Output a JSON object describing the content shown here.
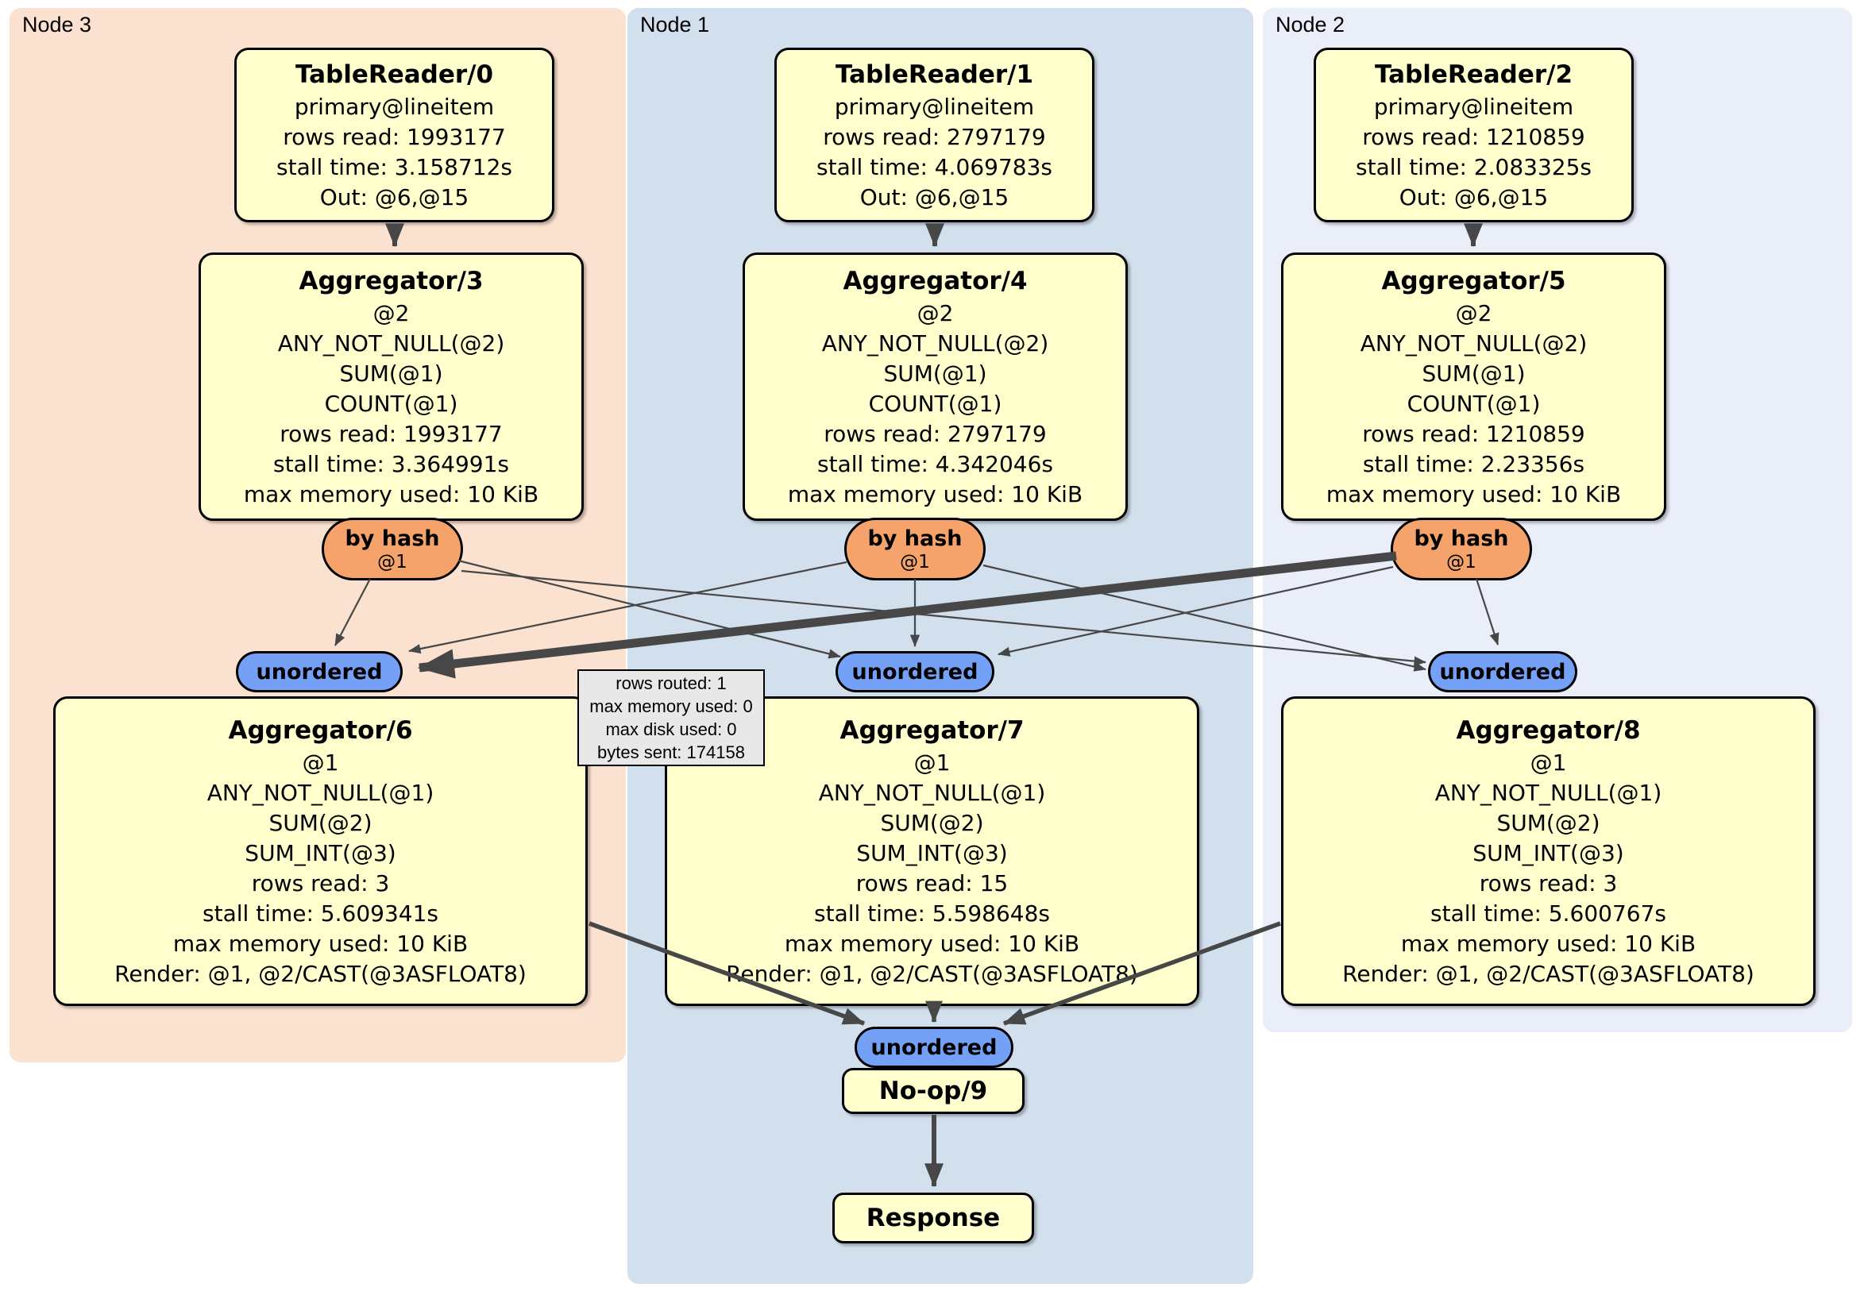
{
  "panels": {
    "node3": {
      "label": "Node 3"
    },
    "node1": {
      "label": "Node 1"
    },
    "node2": {
      "label": "Node 2"
    }
  },
  "boxes": {
    "tr0": {
      "title": "TableReader/0",
      "lines": [
        "primary@lineitem",
        "rows read: 1993177",
        "stall time: 3.158712s",
        "Out: @6,@15"
      ]
    },
    "tr1": {
      "title": "TableReader/1",
      "lines": [
        "primary@lineitem",
        "rows read: 2797179",
        "stall time: 4.069783s",
        "Out: @6,@15"
      ]
    },
    "tr2": {
      "title": "TableReader/2",
      "lines": [
        "primary@lineitem",
        "rows read: 1210859",
        "stall time: 2.083325s",
        "Out: @6,@15"
      ]
    },
    "agg3": {
      "title": "Aggregator/3",
      "lines": [
        "@2",
        "ANY_NOT_NULL(@2)",
        "SUM(@1)",
        "COUNT(@1)",
        "rows read: 1993177",
        "stall time: 3.364991s",
        "max memory used: 10 KiB"
      ]
    },
    "agg4": {
      "title": "Aggregator/4",
      "lines": [
        "@2",
        "ANY_NOT_NULL(@2)",
        "SUM(@1)",
        "COUNT(@1)",
        "rows read: 2797179",
        "stall time: 4.342046s",
        "max memory used: 10 KiB"
      ]
    },
    "agg5": {
      "title": "Aggregator/5",
      "lines": [
        "@2",
        "ANY_NOT_NULL(@2)",
        "SUM(@1)",
        "COUNT(@1)",
        "rows read: 1210859",
        "stall time: 2.23356s",
        "max memory used: 10 KiB"
      ]
    },
    "agg6": {
      "title": "Aggregator/6",
      "lines": [
        "@1",
        "ANY_NOT_NULL(@1)",
        "SUM(@2)",
        "SUM_INT(@3)",
        "rows read: 3",
        "stall time: 5.609341s",
        "max memory used: 10 KiB",
        "Render: @1, @2/CAST(@3ASFLOAT8)"
      ]
    },
    "agg7": {
      "title": "Aggregator/7",
      "lines": [
        "@1",
        "ANY_NOT_NULL(@1)",
        "SUM(@2)",
        "SUM_INT(@3)",
        "rows read: 15",
        "stall time: 5.598648s",
        "max memory used: 10 KiB",
        "Render: @1, @2/CAST(@3ASFLOAT8)"
      ]
    },
    "agg8": {
      "title": "Aggregator/8",
      "lines": [
        "@1",
        "ANY_NOT_NULL(@1)",
        "SUM(@2)",
        "SUM_INT(@3)",
        "rows read: 3",
        "stall time: 5.600767s",
        "max memory used: 10 KiB",
        "Render: @1, @2/CAST(@3ASFLOAT8)"
      ]
    },
    "noop": {
      "title": "No-op/9"
    },
    "response": {
      "title": "Response"
    }
  },
  "routers": {
    "b3": {
      "label": "by hash",
      "sub": "@1"
    },
    "b1": {
      "label": "by hash",
      "sub": "@1"
    },
    "b2": {
      "label": "by hash",
      "sub": "@1"
    }
  },
  "syncs": {
    "u3": {
      "label": "unordered"
    },
    "u1": {
      "label": "unordered"
    },
    "u2": {
      "label": "unordered"
    },
    "ub": {
      "label": "unordered"
    }
  },
  "tooltip": {
    "lines": [
      "rows routed: 1",
      "max memory used: 0",
      "max disk used: 0",
      "bytes sent: 174158"
    ]
  },
  "colors": {
    "panel_node3": "#FBE1CF",
    "panel_node1": "#D2DFEC",
    "panel_node2": "#EAEEF9",
    "node_fill": "#FFFFCE",
    "router_fill": "#F5A36B",
    "sync_fill": "#74A0F6",
    "edge": "#474747",
    "tooltip_fill": "#E8E8E8"
  }
}
